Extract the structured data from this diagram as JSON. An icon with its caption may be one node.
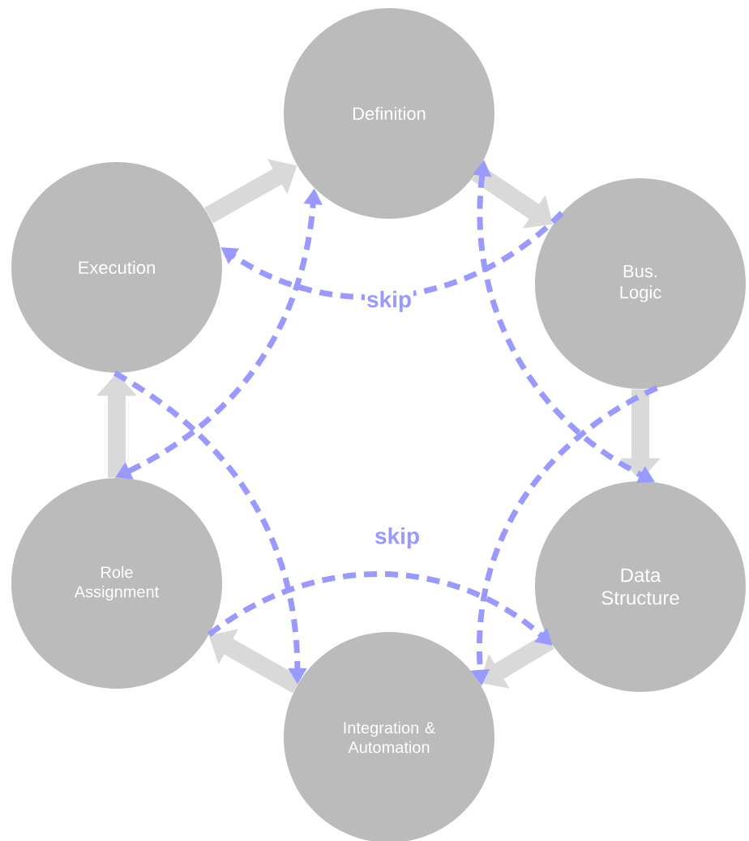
{
  "diagram": {
    "nodes": [
      {
        "text": [
          "Definition"
        ]
      },
      {
        "text": [
          "Bus. Logic"
        ]
      },
      {
        "text": [
          "Data Structure"
        ]
      },
      {
        "text": [
          "Integration & Automation"
        ]
      },
      {
        "text": [
          "Role Assignment"
        ]
      },
      {
        "text": [
          "Execution"
        ]
      }
    ],
    "edges": [
      {
        "from": 5,
        "to": 0,
        "arrow": "to",
        "style": "thick",
        "color": "#d9d9d9"
      },
      {
        "from": 0,
        "to": 1,
        "arrow": "to",
        "style": "thick",
        "color": "#d9d9d9"
      },
      {
        "from": 1,
        "to": 2,
        "arrow": "to",
        "style": "thick",
        "color": "#d9d9d9"
      },
      {
        "from": 2,
        "to": 3,
        "arrow": "to",
        "style": "thick",
        "color": "#d9d9d9"
      },
      {
        "from": 3,
        "to": 4,
        "arrow": "to",
        "style": "thick",
        "color": "#d9d9d9"
      },
      {
        "from": 4,
        "to": 5,
        "arrow": "to",
        "style": "thick",
        "color": "#d9d9d9"
      },
      {
        "from": 1,
        "to": 5,
        "arrow": "to",
        "label": "skip",
        "style": "dashed"
      },
      {
        "from": 0,
        "to": 2,
        "arrow": "both",
        "style": "dashed"
      },
      {
        "from": 1,
        "to": 3,
        "arrow": "to",
        "style": "dashed"
      },
      {
        "from": 4,
        "to": 2,
        "arrow": "to",
        "label": "skip",
        "style": "dashed"
      },
      {
        "from": 5,
        "to": 3,
        "arrow": "to",
        "style": "dashed"
      },
      {
        "from": 4,
        "to": 0,
        "arrow": "both",
        "style": "dashed"
      }
    ]
  }
}
